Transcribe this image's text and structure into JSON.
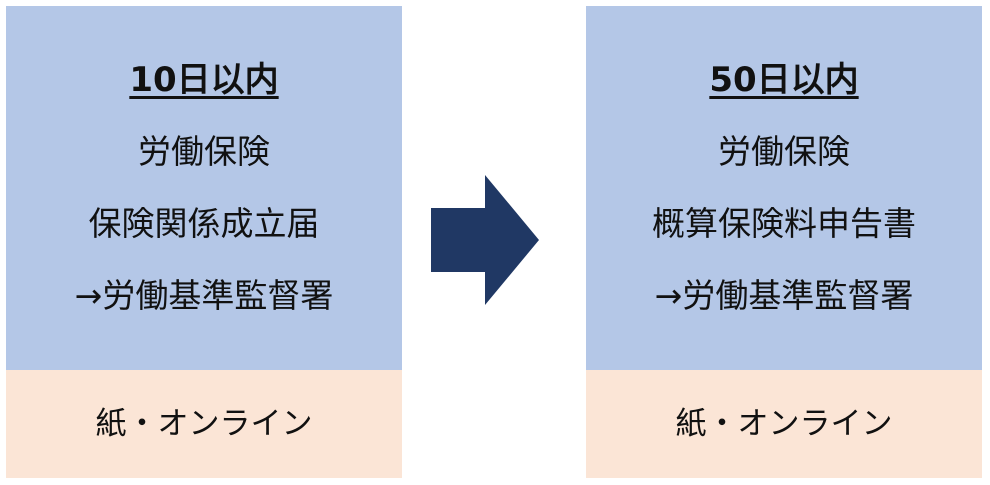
{
  "left_box": {
    "deadline": "10日以内",
    "lines": [
      "労働保険",
      "保険関係成立届",
      "→労働基準監督署"
    ],
    "method": "紙・オンライン"
  },
  "right_box": {
    "deadline": "50日以内",
    "lines": [
      "労働保険",
      "概算保険料申告書",
      "→労働基準監督署"
    ],
    "method": "紙・オンライン"
  },
  "colors": {
    "top_fill": "#b4c7e7",
    "bottom_fill": "#fbe5d6",
    "arrow_fill": "#203864"
  },
  "icons": {
    "arrow": "right-arrow-icon"
  }
}
